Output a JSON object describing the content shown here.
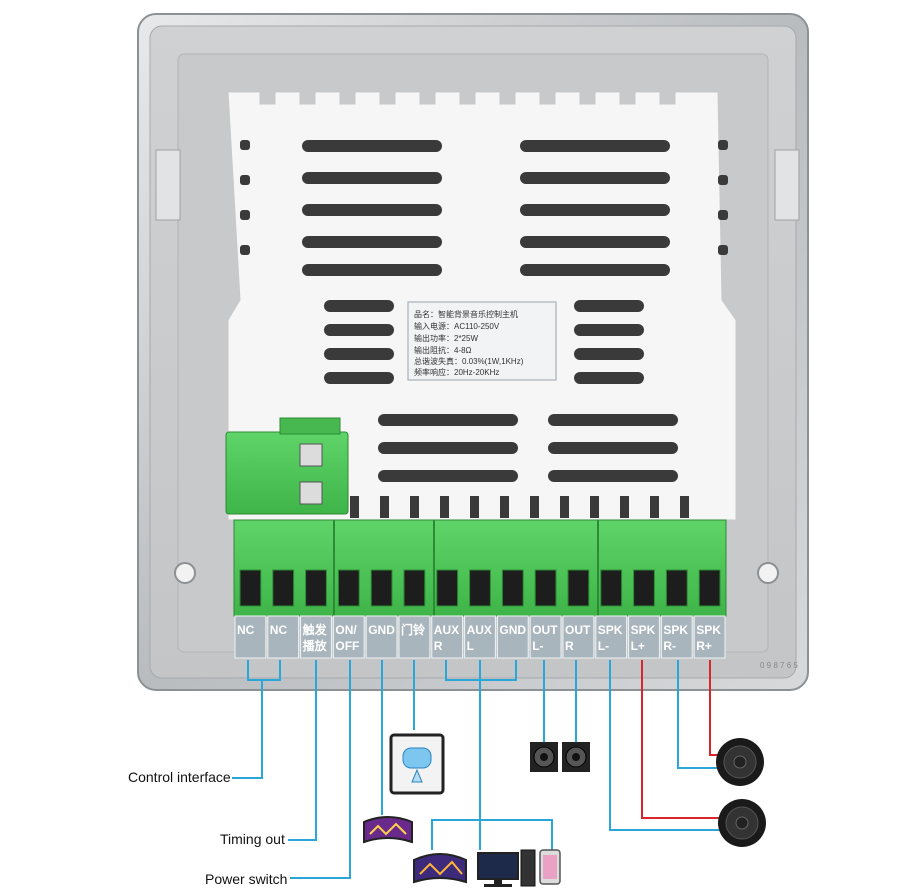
{
  "label_sticker": {
    "lines": [
      "品名：智能背景音乐控制主机",
      "输入电源：AC110-250V",
      "输出功率：2*25W",
      "输出阻抗：4-8Ω",
      "总谐波失真：0.03%(1W,1KHz)",
      "频率响应：20Hz-20KHz"
    ]
  },
  "terminals": [
    {
      "top": "NC",
      "bottom": ""
    },
    {
      "top": "NC",
      "bottom": ""
    },
    {
      "top": "触发",
      "bottom": "播放"
    },
    {
      "top": "ON/",
      "bottom": "OFF"
    },
    {
      "top": "GND",
      "bottom": ""
    },
    {
      "top": "门铃",
      "bottom": ""
    },
    {
      "top": "AUX",
      "bottom": "R"
    },
    {
      "top": "AUX",
      "bottom": "L"
    },
    {
      "top": "GND",
      "bottom": ""
    },
    {
      "top": "OUT",
      "bottom": "L-"
    },
    {
      "top": "OUT",
      "bottom": "R"
    },
    {
      "top": "SPK",
      "bottom": "L-"
    },
    {
      "top": "SPK",
      "bottom": "L+"
    },
    {
      "top": "SPK",
      "bottom": "R-"
    },
    {
      "top": "SPK",
      "bottom": "R+"
    }
  ],
  "annotations": {
    "control_interface": "Control interface",
    "timing_out": "Timing out",
    "power_switch": "Power switch"
  },
  "colors": {
    "terminal_green": "#52c95a",
    "wire_blue": "#2aa7d8",
    "wire_red": "#d9262b",
    "panel_silver": "#c9cbcd",
    "label_bg": "#a9b5bd"
  },
  "icons": [
    "doorbell-icon",
    "tv-icon",
    "computer-icon",
    "phone-icon",
    "speaker-pair-icon",
    "ceiling-speaker-icon"
  ]
}
